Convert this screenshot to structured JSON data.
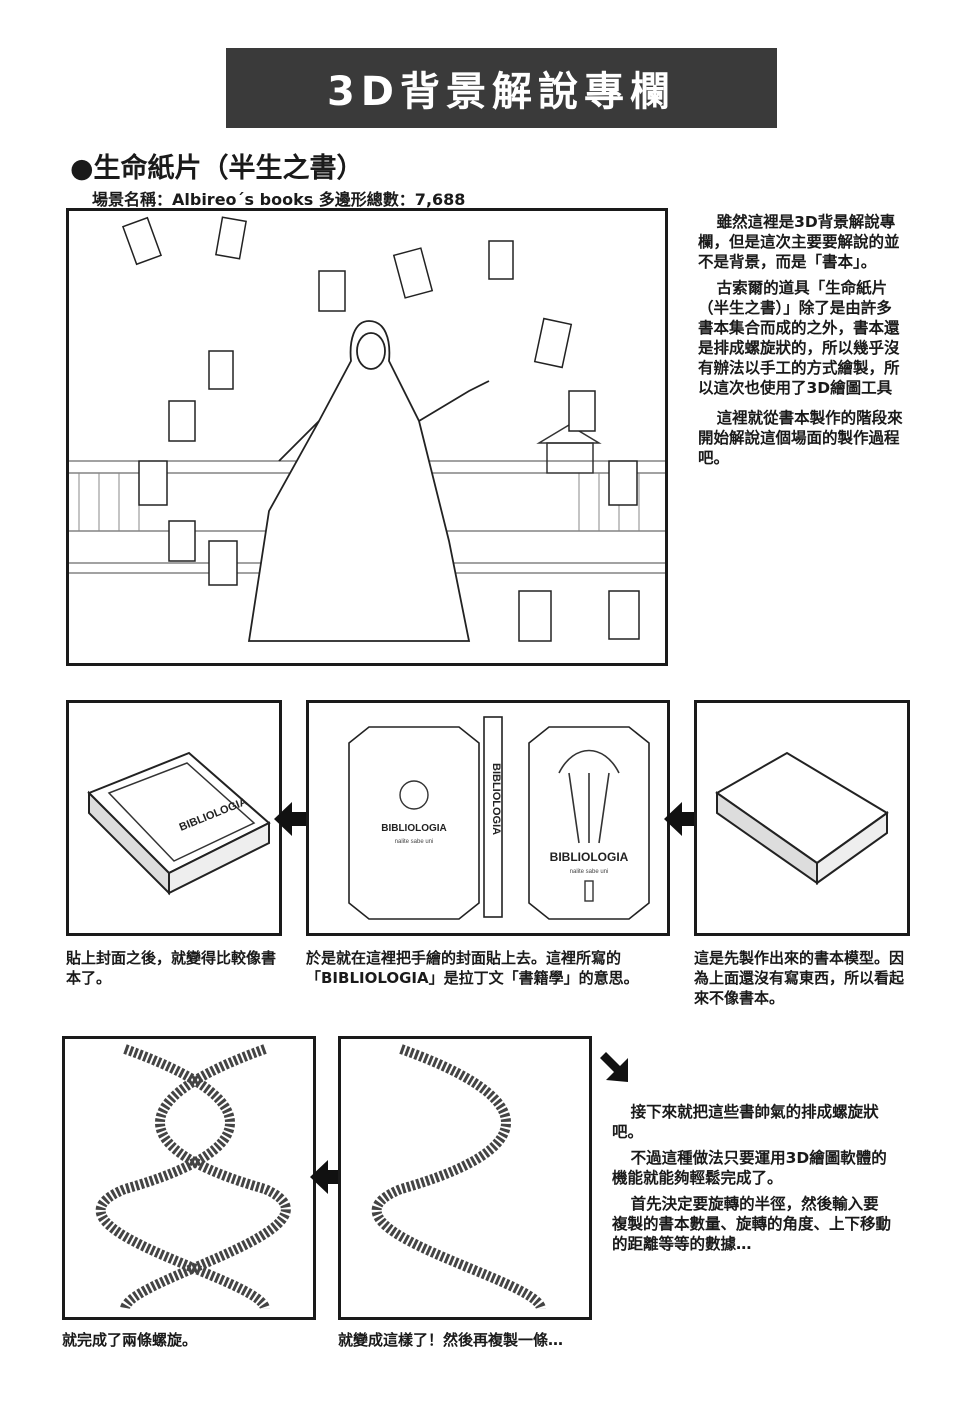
{
  "header": {
    "title": "3D背景解說專欄"
  },
  "section": {
    "title": "●生命紙片（半生之書）",
    "scene_info": "場景名稱：Albireo´s books 多邊形總數：7,688"
  },
  "intro_text": [
    "雖然這裡是3D背景解說專欄，但是這次主要要解說的並不是背景，而是「書本」。",
    "古索爾的道具「生命紙片（半生之書）」除了是由許多書本集合而成的之外，書本還是排成螺旋狀的，所以幾乎沒有辦法以手工的方式繪製，所以這次也使用了3D繪圖工具",
    "這裡就從書本製作的階段來開始解說這個場面的製作過程吧。"
  ],
  "book_cover": {
    "title": "BIBLIOLOGIA",
    "subtitle": "nalite sabe uni"
  },
  "captions": {
    "step_left": "貼上封面之後，就變得比較像書本了。",
    "step_mid": "於是就在這裡把手繪的封面貼上去。這裡所寫的「BIBLIOLOGIA」是拉丁文「書籍學」的意思。",
    "step_right": "這是先製作出來的書本模型。因為上面還沒有寫東西，所以看起來不像書本。",
    "spiral_right": "就變成這樣了！然後再複製一條…",
    "spiral_left": "就完成了兩條螺旋。"
  },
  "spiral_text": [
    "接下來就把這些書帥氣的排成螺旋狀吧。",
    "不過這種做法只要運用3D繪圖軟體的機能就能夠輕鬆完成了。",
    "首先決定要旋轉的半徑，然後輸入要複製的書本數量、旋轉的角度、上下移動的距離等等的數據…"
  ]
}
